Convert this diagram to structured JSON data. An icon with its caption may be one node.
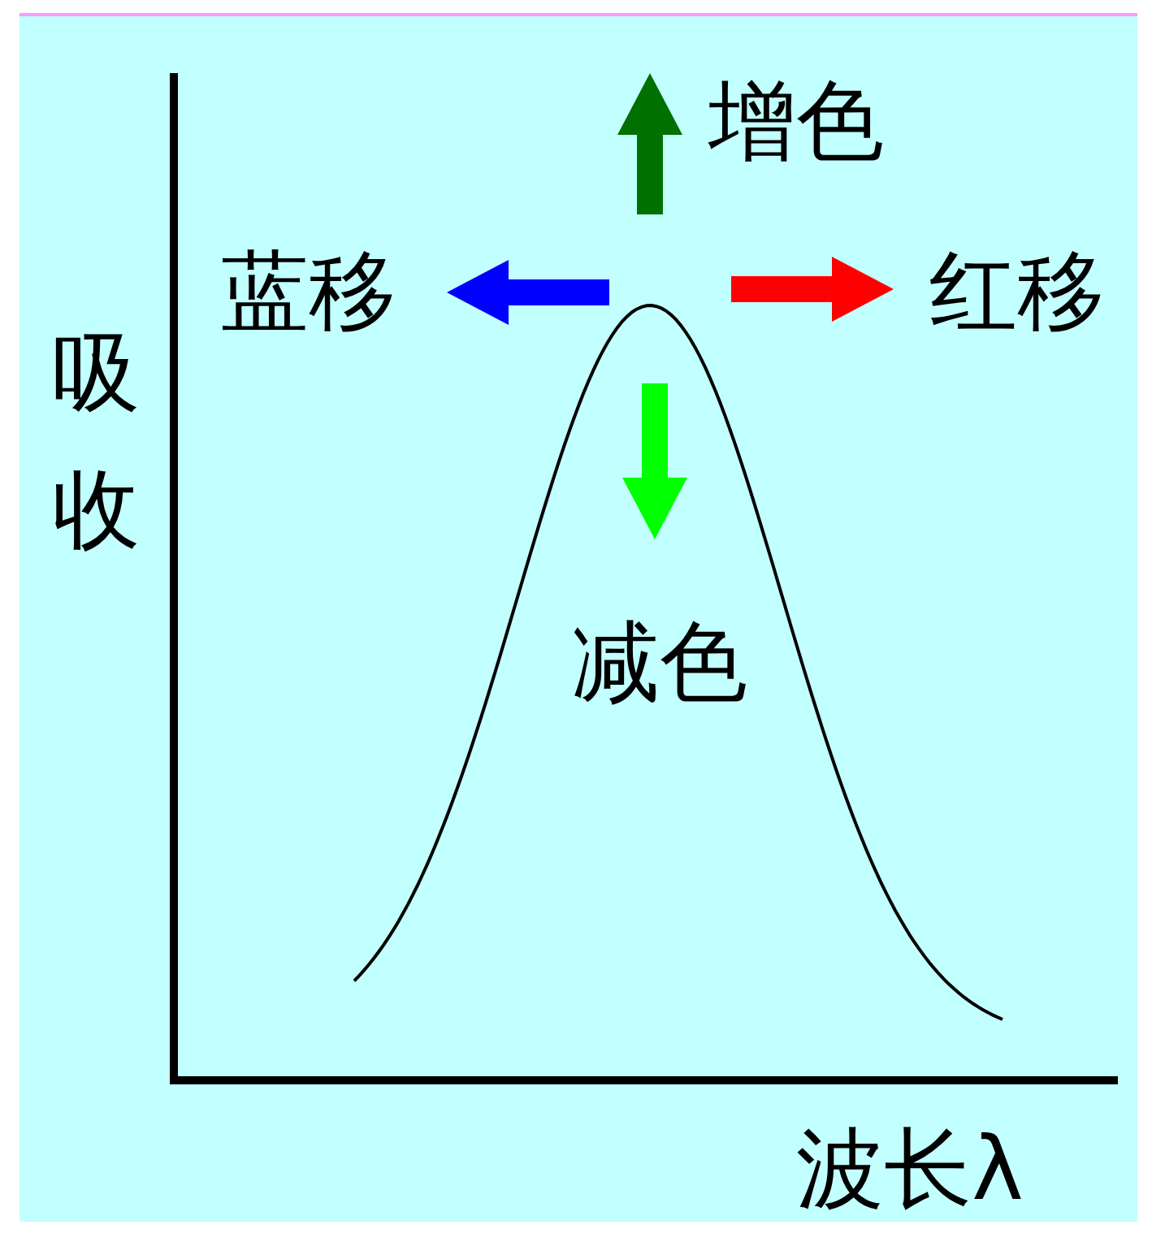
{
  "diagram": {
    "labels": [
      "增色",
      "蓝移",
      "红移",
      "吸收",
      "减色",
      "波长λ"
    ]
  }
}
